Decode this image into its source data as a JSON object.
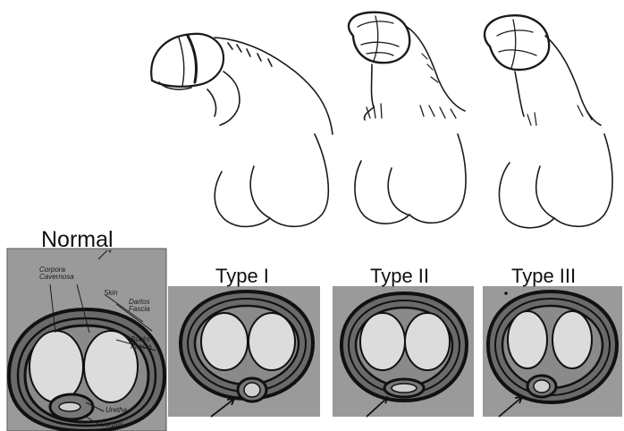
{
  "labels": {
    "normal": "Normal",
    "type1": "Type I",
    "type2": "Type II",
    "type3": "Type III"
  },
  "normal_annotations": {
    "corpora": "Corpora\nCavernosa",
    "skin": "Skin",
    "dartos": "Dartos\nFascia",
    "bucks": "Bucks\nFascia",
    "uretha": "Uretha",
    "corpus": "Corpus"
  },
  "colors": {
    "panel_bg": "#9a9a9a",
    "cavernosa_fill": "#dcdcdc",
    "ink": "#111111"
  }
}
